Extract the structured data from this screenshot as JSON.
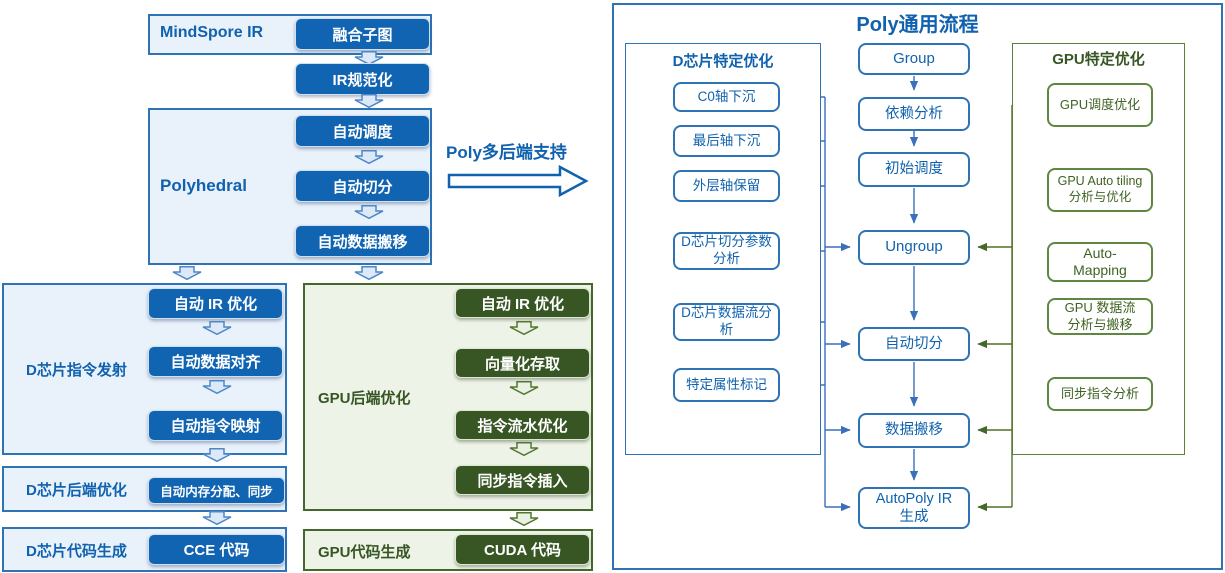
{
  "left_flow": {
    "mindspore": {
      "label": "MindSpore IR",
      "button": "融合子图"
    },
    "ir_normalize": "IR规范化",
    "polyhedral": {
      "label": "Polyhedral",
      "steps": [
        "自动调度",
        "自动切分",
        "自动数据搬移"
      ]
    },
    "multi_backend_label": "Poly多后端支持",
    "d_emit": {
      "label": "D芯片指令发射",
      "steps": [
        "自动 IR 优化",
        "自动数据对齐",
        "自动指令映射"
      ]
    },
    "d_backend": {
      "label": "D芯片后端优化",
      "button": "自动内存分配、同步"
    },
    "d_codegen": {
      "label": "D芯片代码生成",
      "button": "CCE 代码"
    },
    "gpu_backend": {
      "label": "GPU后端优化",
      "steps": [
        "自动 IR 优化",
        "向量化存取",
        "指令流水优化",
        "同步指令插入"
      ]
    },
    "gpu_codegen": {
      "label": "GPU代码生成",
      "button": "CUDA 代码"
    }
  },
  "right_panel": {
    "title": "Poly通用流程",
    "d_column": {
      "header": "D芯片特定优化",
      "items": [
        "C0轴下沉",
        "最后轴下沉",
        "外层轴保留",
        "D芯片切分参数分析",
        "D芯片数据流分析",
        "特定属性标记"
      ]
    },
    "center_flow": [
      "Group",
      "依赖分析",
      "初始调度",
      "Ungroup",
      "自动切分",
      "数据搬移",
      "AutoPoly IR\n生成"
    ],
    "gpu_column": {
      "header": "GPU特定优化",
      "items": [
        "GPU调度优化",
        "GPU Auto tiling\n分析与优化",
        "Auto-\nMapping",
        "GPU 数据流\n分析与搬移",
        "同步指令分析"
      ]
    }
  },
  "colors": {
    "blue_button": "#1164b2",
    "blue_border": "#2e74b5",
    "blue_panel_bg": "#e9f1fb",
    "blue_text": "#1062ae",
    "green_button": "#375623",
    "green_border": "#44682a",
    "green_panel_bg": "#eef3e8",
    "green_text": "#3f6322"
  }
}
